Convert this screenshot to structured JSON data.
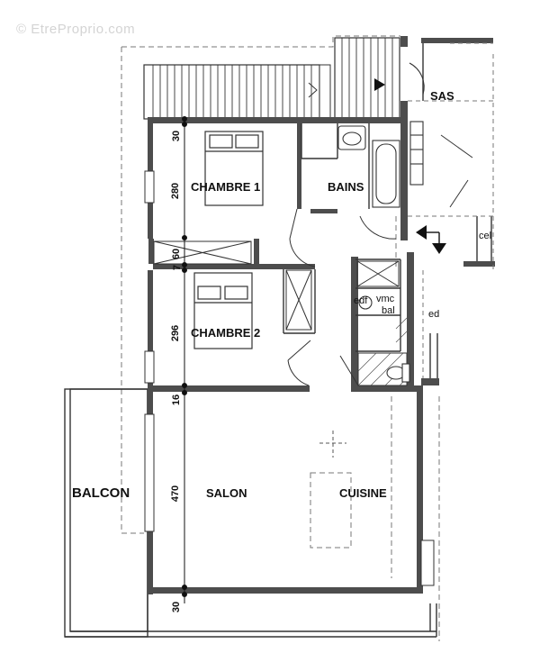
{
  "watermark": "© EtreProprio.com",
  "rooms": {
    "chambre1": "CHAMBRE 1",
    "chambre2": "CHAMBRE 2",
    "bains": "BAINS",
    "sas": "SAS",
    "salon": "SALON",
    "cuisine": "CUISINE",
    "balcon": "BALCON"
  },
  "annotations": {
    "edf": "edf",
    "vmc": "vmc",
    "bal": "bal",
    "ed": "ed",
    "cel": "cel"
  },
  "dimensions": [
    "30",
    "280",
    "60",
    "7",
    "296",
    "16",
    "470",
    "30"
  ],
  "colors": {
    "wall": "#4d4d4d",
    "line": "#333333",
    "dashed": "#777777"
  }
}
